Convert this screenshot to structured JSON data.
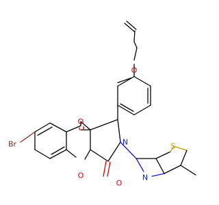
{
  "molecule": {
    "atoms": {
      "br": {
        "label": "Br",
        "color": "#8b2a16"
      },
      "o_ketone": {
        "label": "O",
        "color": "#d40000"
      },
      "o_ring": {
        "label": "O",
        "color": "#d40000"
      },
      "o_lactam": {
        "label": "O",
        "color": "#d40000"
      },
      "o_ether": {
        "label": "O",
        "color": "#d40000"
      },
      "n_ring": {
        "label": "N",
        "color": "#1b1bd0"
      },
      "n_thiazole": {
        "label": "N",
        "color": "#1b1bd0"
      },
      "s_thiazole": {
        "label": "S",
        "color": "#b8a000"
      }
    }
  }
}
